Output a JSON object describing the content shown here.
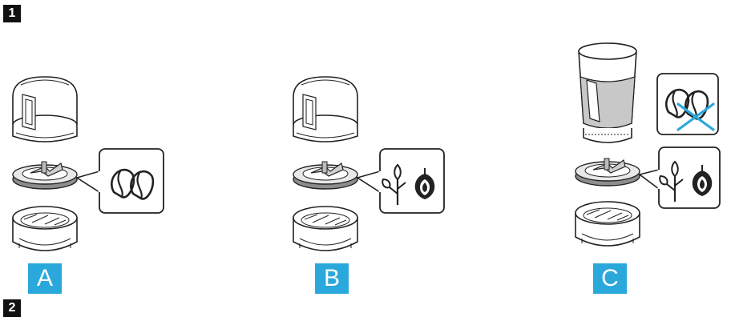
{
  "steps": [
    {
      "number": "1"
    },
    {
      "number": "2"
    }
  ],
  "colors": {
    "label_bg": "#2aa8dc",
    "badge_bg": "#111111",
    "line": "#222222",
    "liquid": "#c8c8c8",
    "cross": "#2aa8dc"
  },
  "variants": [
    {
      "label": "A",
      "icons": [
        "coffee-beans-icon"
      ]
    },
    {
      "label": "B",
      "icons": [
        "herbs-icon",
        "onion-icon"
      ]
    },
    {
      "label": "C",
      "icons": [
        "coffee-beans-icon",
        "cross-icon",
        "herbs-icon",
        "onion-icon"
      ],
      "jar_filled_with_liquid": true
    }
  ]
}
